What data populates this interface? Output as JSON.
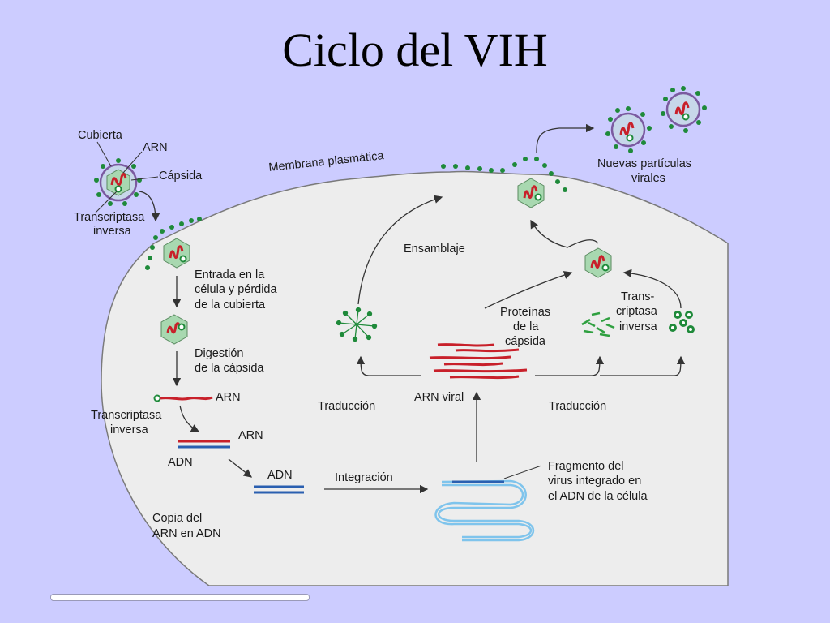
{
  "title": "Ciclo del VIH",
  "labels": {
    "cubierta": "Cubierta",
    "arn_top": "ARN",
    "capsida": "Cápsida",
    "transcriptasa_top_1": "Transcriptasa",
    "transcriptasa_top_2": "inversa",
    "membrana": "Membrana plasmática",
    "nuevas_1": "Nuevas partículas",
    "nuevas_2": "virales",
    "entrada_1": "Entrada en la",
    "entrada_2": "célula y pérdida",
    "entrada_3": "de la cubierta",
    "digestion_1": "Digestión",
    "digestion_2": "de la cápsida",
    "arn_1": "ARN",
    "transcriptasa_left_1": "Transcriptasa",
    "transcriptasa_left_2": "inversa",
    "arn_2": "ARN",
    "adn_1": "ADN",
    "adn_2": "ADN",
    "copia_1": "Copia del",
    "copia_2": "ARN en ADN",
    "integracion": "Integración",
    "fragmento_1": "Fragmento del",
    "fragmento_2": "virus integrado en",
    "fragmento_3": "el ADN de la célula",
    "ensamblaje": "Ensamblaje",
    "traduccion_left": "Traducción",
    "arn_viral": "ARN viral",
    "traduccion_right": "Traducción",
    "proteinas_1": "Proteínas",
    "proteinas_2": "de la",
    "proteinas_3": "cápsida",
    "trans_right_1": "Trans-",
    "trans_right_2": "criptasa",
    "trans_right_3": "inversa"
  },
  "colors": {
    "background": "#ccccff",
    "cell": "#ededed",
    "rna": "#c8202a",
    "dna": "#2a5fb0",
    "host_dna": "#7fc4ec",
    "capsid": "#a8d8b0",
    "spikes": "#1f8a3a"
  }
}
